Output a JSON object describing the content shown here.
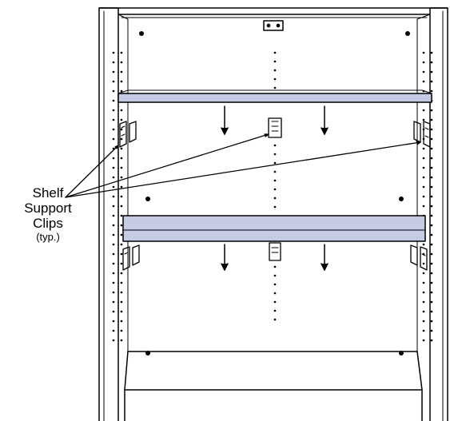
{
  "callout": {
    "line1": "Shelf",
    "line2": "Support",
    "line3": "Clips",
    "note": "(typ.)"
  },
  "colors": {
    "shelf_fill": "#c5cbe3",
    "line": "#000000",
    "background": "#ffffff"
  },
  "icons": [
    "shelf-support-clip-icon",
    "down-arrow-icon",
    "hinge-bracket-icon"
  ]
}
